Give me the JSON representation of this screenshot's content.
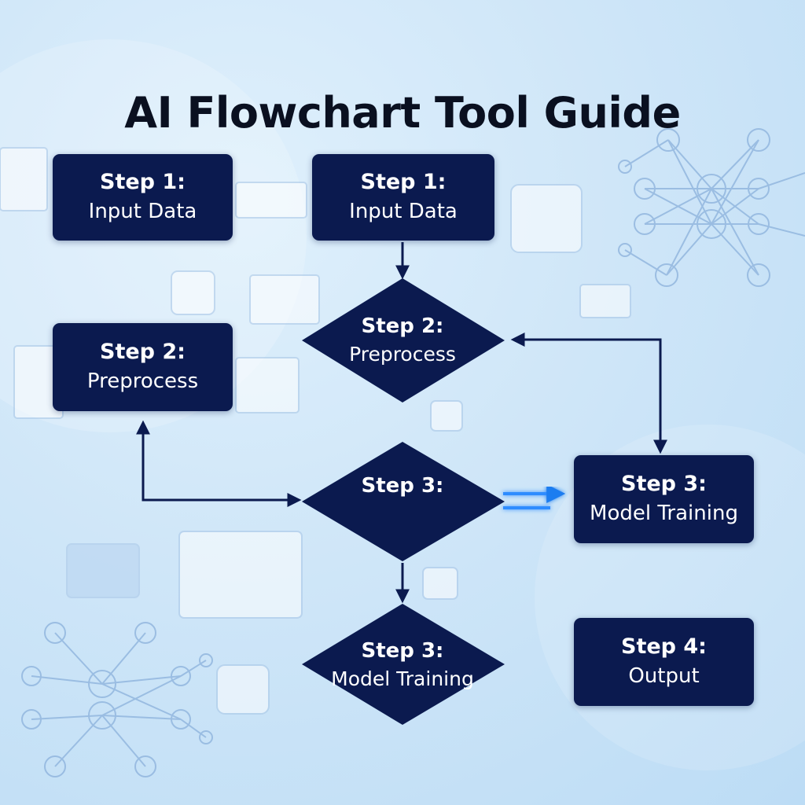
{
  "title": "AI Flowchart Tool Guide",
  "colors": {
    "node_fill": "#0b1a4f",
    "node_text": "#ffffff",
    "arrow_dark": "#0b1a4f",
    "arrow_glow": "#2f8cff",
    "background": "#cfe6f8"
  },
  "nodes": {
    "left_step1": {
      "line1": "Step 1:",
      "line2": "Input Data"
    },
    "center_step1": {
      "line1": "Step 1:",
      "line2": "Input Data"
    },
    "left_step2": {
      "line1": "Step 2:",
      "line2": "Preprocess"
    },
    "diamond_step2": {
      "line1": "Step 2:",
      "line2": "Preprocess"
    },
    "diamond_step3": {
      "line1": "Step 3:"
    },
    "right_step3": {
      "line1": "Step 3:",
      "line2": "Model Training"
    },
    "diamond_step3b": {
      "line1": "Step 3:",
      "line2": "Model Training"
    },
    "right_step4": {
      "line1": "Step 4:",
      "line2": "Output"
    }
  }
}
